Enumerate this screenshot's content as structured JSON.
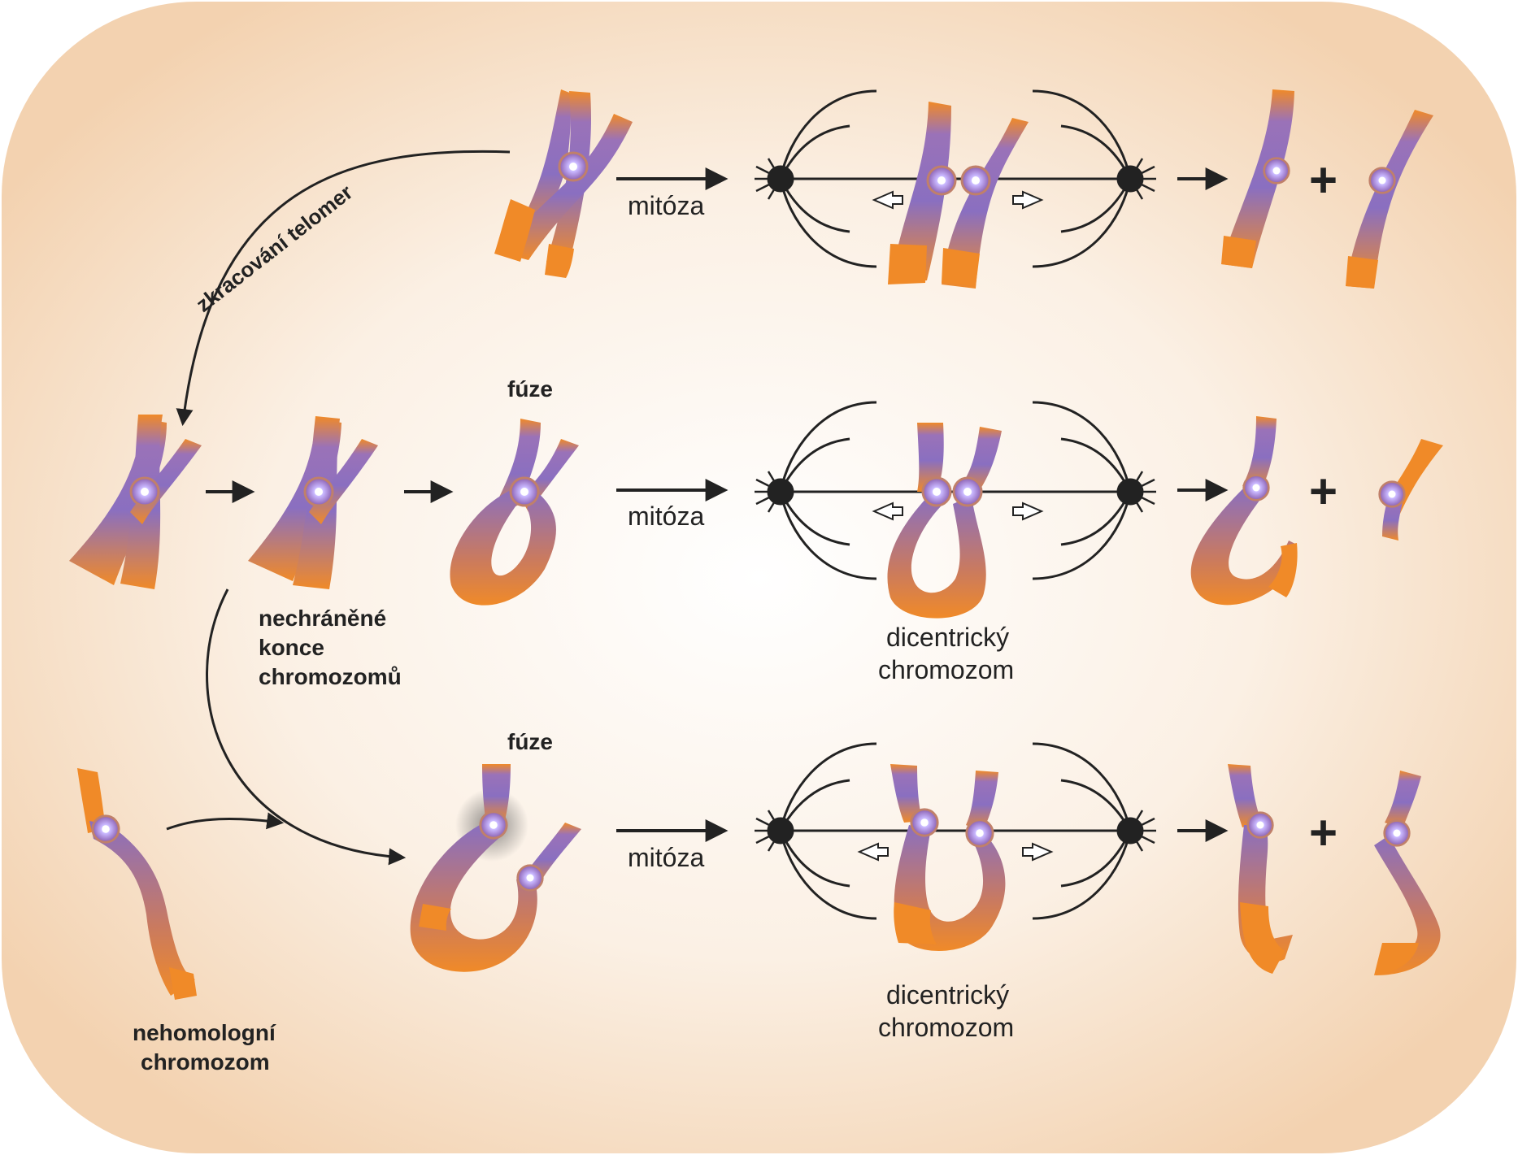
{
  "labels": {
    "telomere_shortening": "zkracování telomer",
    "mitosis": "mitóza",
    "fusion": "fúze",
    "unprotected_line1": "nechráněné",
    "unprotected_line2": "konce",
    "unprotected_line3": "chromozomů",
    "dicentric_line1": "dicentrický",
    "dicentric_line2": "chromozom",
    "nonhomologous_line1": "nehomologní",
    "nonhomologous_line2": "chromozom",
    "plus": "+"
  },
  "colors": {
    "chromosome_purple": "#8a6fc0",
    "chromosome_orange": "#f08a28",
    "background_peach": "#f6dcc0",
    "ink": "#222222"
  }
}
